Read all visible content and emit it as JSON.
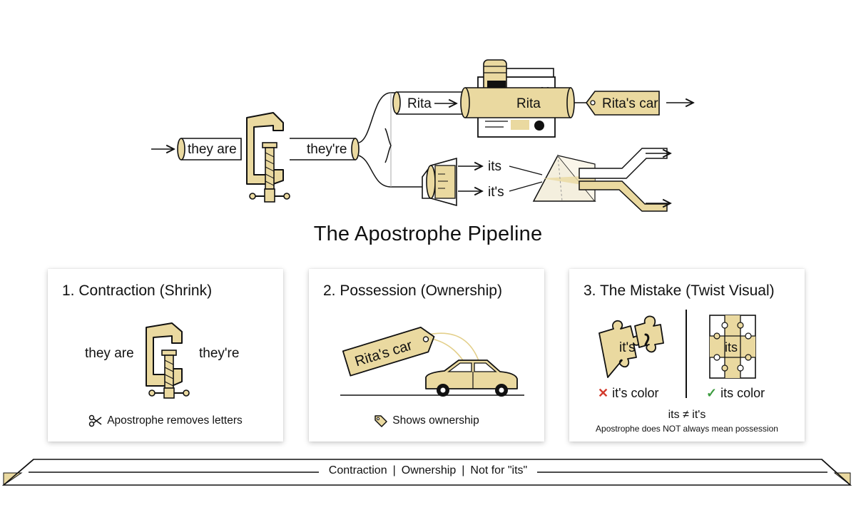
{
  "pipeline": {
    "input": "they are",
    "contracted": "they're",
    "possession_input": "Rita",
    "possession_pipe": "Rita",
    "possession_tag": "Rita's car",
    "fork_out_1": "its",
    "fork_out_2": "it's"
  },
  "title": "The Apostrophe Pipeline",
  "cards": [
    {
      "title": "1. Contraction (Shrink)",
      "left_text": "they are",
      "right_text": "they're",
      "caption": "Apostrophe removes letters",
      "caption_icon": "scissors-icon"
    },
    {
      "title": "2. Possession (Ownership)",
      "tag_text": "Rita's car",
      "caption": "Shows ownership",
      "caption_icon": "tag-icon"
    },
    {
      "title": "3. The Mistake (Twist Visual)",
      "wrong_piece": "it's",
      "right_piece": "its",
      "wrong_label": "it's color",
      "right_label": "its color",
      "equation": "its ≠ it's",
      "note": "Apostrophe does NOT always mean possession"
    }
  ],
  "footer": {
    "items": [
      "Contraction",
      "Ownership",
      "Not for \"its\""
    ],
    "separator": "|"
  },
  "colors": {
    "accent": "#ead9a0",
    "accent_dark": "#d8c27a",
    "ink": "#111111",
    "wrong": "#d23a2c",
    "right": "#3c9b3f"
  }
}
